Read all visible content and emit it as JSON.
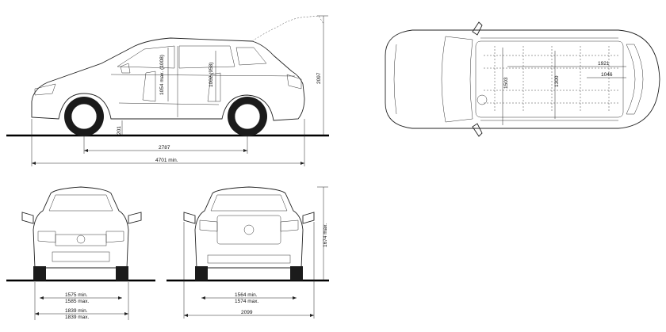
{
  "views": {
    "side": {
      "height_label": "2097",
      "ground_clearance_label": "201",
      "wheelbase_label": "2787",
      "length_label": "4701 min.",
      "front_headroom_label": "1054 max. (1008)",
      "rear_headroom_label": "1002 (958)"
    },
    "top": {
      "label_1921": "1921",
      "label_1046": "1046",
      "label_1503": "1503",
      "label_1300": "1300"
    },
    "front": {
      "track_line1": "1575 min.",
      "track_line2": "1585 max.",
      "width_line1": "1839 min.",
      "width_line2": "1839 max."
    },
    "rear": {
      "track_line1": "1564 min.",
      "track_line2": "1574 max.",
      "mirror_width_label": "2099",
      "height_label": "1674 max."
    }
  }
}
